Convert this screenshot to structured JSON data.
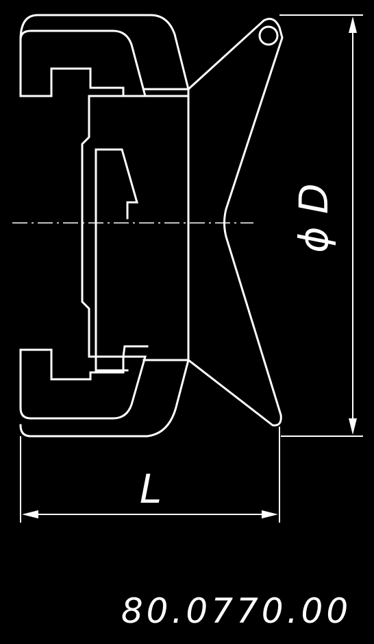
{
  "drawing": {
    "dimension_diameter_label": "ϕ D",
    "dimension_length_label": "L",
    "part_number": "80.0770.00"
  },
  "colors": {
    "background": "#000000",
    "lines": "#ffffff"
  }
}
